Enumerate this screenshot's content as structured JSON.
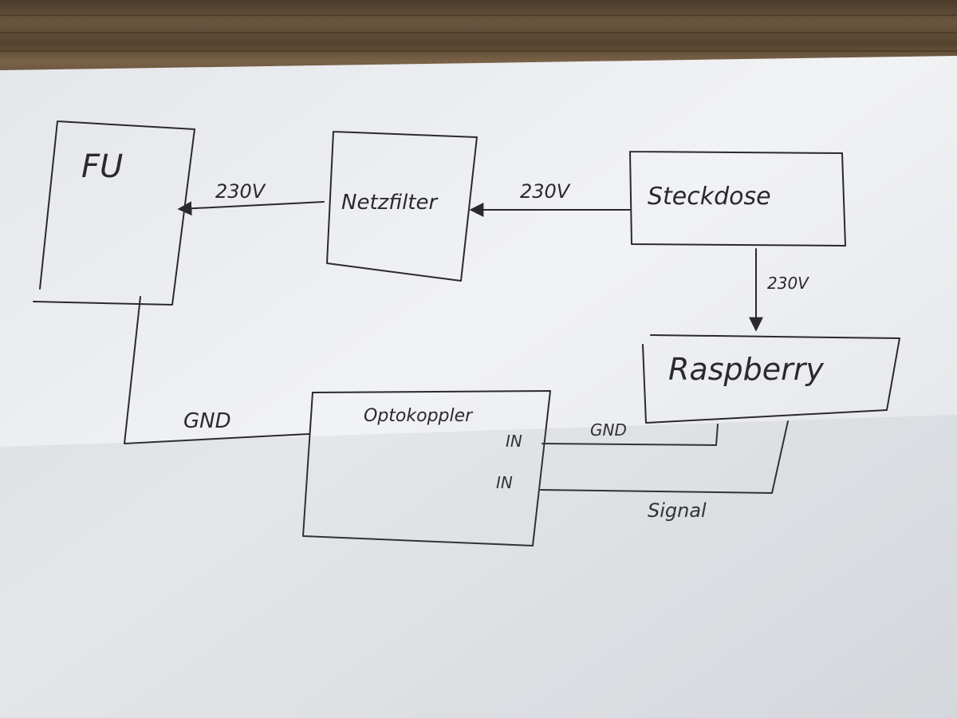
{
  "diagram": {
    "nodes": {
      "fu": "FU",
      "netzfilter": "Netzfilter",
      "steckdose": "Steckdose",
      "raspberry": "Raspberry",
      "optokoppler": "Optokoppler",
      "opto_in_top": "IN",
      "opto_in_bottom": "IN"
    },
    "edges": {
      "netzfilter_to_fu": "230V",
      "steckdose_to_netzfilter": "230V",
      "steckdose_to_raspberry": "230V",
      "fu_gnd": "GND",
      "raspberry_gnd": "GND",
      "raspberry_signal": "Signal"
    },
    "colors": {
      "ink": "#2a2a2e",
      "paper": "#ecedef",
      "wood": "#5a4630"
    }
  }
}
